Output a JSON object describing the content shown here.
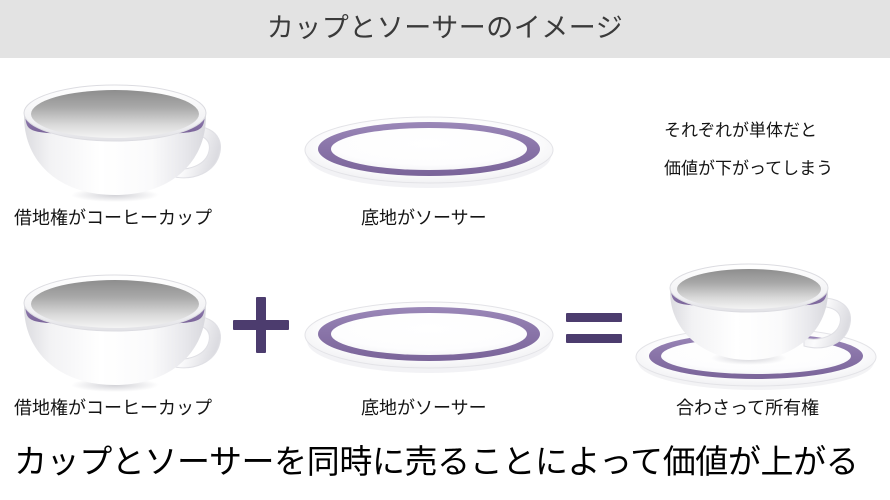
{
  "header": {
    "title": "カップとソーサーのイメージ",
    "band_color": "#e3e3e3",
    "title_color": "#3a3a3a"
  },
  "theme": {
    "background": "#ffffff",
    "accent_purple": "#8a75a9",
    "accent_purple_dark": "#7b639c",
    "operator_purple": "#4c3c6e",
    "porcelain_white": "#fdfdfd",
    "porcelain_shadow": "#e6e6e8",
    "interior_gray": "#9a9a9a"
  },
  "row_top": {
    "items": [
      {
        "art": "coffee-cup",
        "caption": "借地権がコーヒーカップ"
      },
      {
        "art": "saucer",
        "caption": "底地がソーサー"
      }
    ],
    "note": {
      "line1": "それぞれが単体だと",
      "line2": "価値が下がってしまう"
    }
  },
  "row_bottom": {
    "items": [
      {
        "art": "coffee-cup",
        "caption": "借地権がコーヒーカップ"
      },
      {
        "art": "saucer",
        "caption": "底地がソーサー"
      },
      {
        "art": "cup-on-saucer",
        "caption": "合わさって所有権"
      }
    ],
    "operators": {
      "plus": "+",
      "equals": "="
    }
  },
  "footer": {
    "headline": "カップとソーサーを同時に売ることによって価値が上がる"
  }
}
